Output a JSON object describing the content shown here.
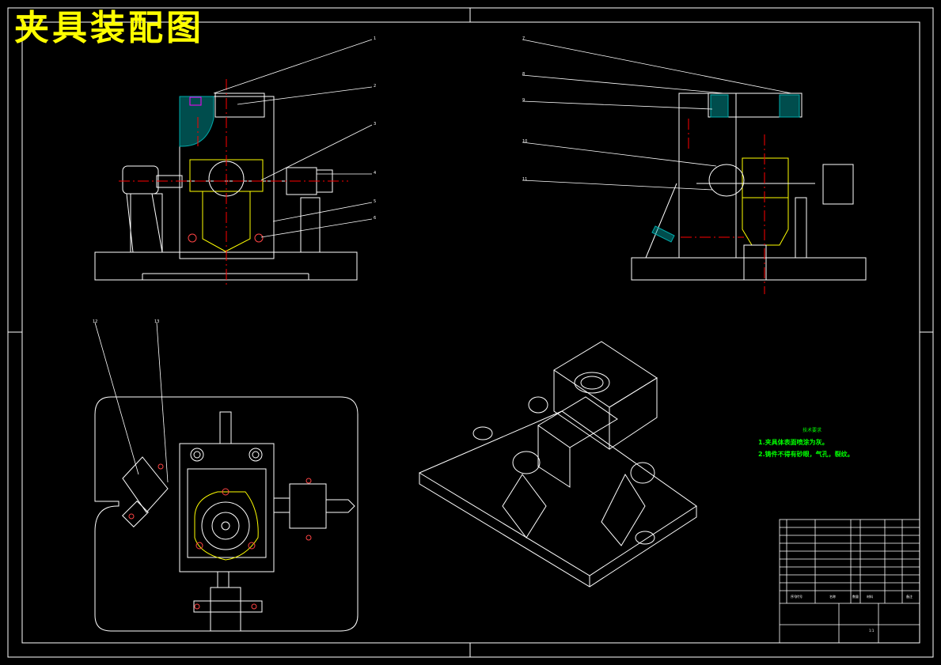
{
  "title": "夹具装配图",
  "technical_requirements": {
    "heading": "技术要求",
    "notes": [
      "1.夹具体表面喷涂为灰。",
      "2.铸件不得有砂眼，气孔，裂纹。"
    ]
  },
  "part_balloons": [
    "1",
    "2",
    "3",
    "4",
    "5",
    "6",
    "7",
    "8",
    "9",
    "10",
    "11",
    "12",
    "13"
  ],
  "title_block": {
    "scale": "1:1",
    "headers": [
      "序号",
      "代号",
      "名称",
      "数量",
      "材料",
      "备注"
    ]
  },
  "colors": {
    "background": "#000000",
    "line": "#ffffff",
    "title": "#ffff00",
    "centerline": "#ff0000",
    "hatch": "#00aaaa",
    "workpiece": "#ffff00",
    "notes": "#00ff00",
    "bolt": "#ff00ff"
  }
}
